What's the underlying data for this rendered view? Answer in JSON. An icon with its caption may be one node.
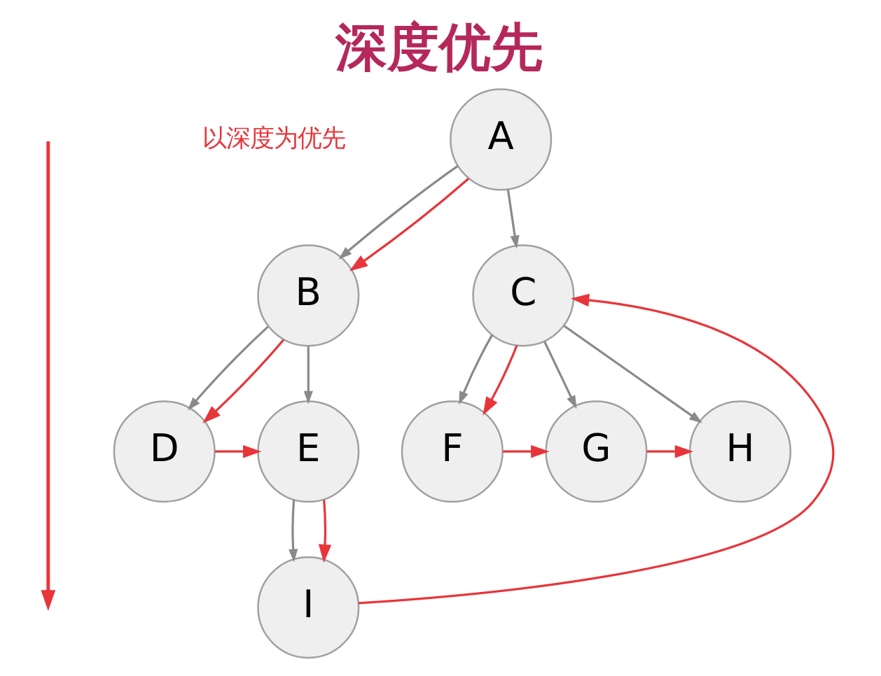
{
  "diagram": {
    "title": "深度优先",
    "nodes": [
      {
        "text": [
          "A"
        ]
      },
      {
        "text": [
          "B"
        ]
      },
      {
        "text": [
          "C"
        ]
      },
      {
        "text": [
          "D"
        ]
      },
      {
        "text": [
          "E"
        ]
      },
      {
        "text": [
          "F"
        ]
      },
      {
        "text": [
          "G"
        ]
      },
      {
        "text": [
          "H"
        ]
      },
      {
        "text": [
          "I"
        ]
      }
    ],
    "edges": [
      {
        "from": 0,
        "to": 1,
        "arrow": "to"
      },
      {
        "from": 0,
        "to": 2,
        "arrow": "to"
      },
      {
        "from": 1,
        "to": 3,
        "arrow": "to"
      },
      {
        "from": 1,
        "to": 4,
        "arrow": "to"
      },
      {
        "from": 2,
        "to": 5,
        "arrow": "to"
      },
      {
        "from": 2,
        "to": 6,
        "arrow": "to"
      },
      {
        "from": 2,
        "to": 7,
        "arrow": "to"
      },
      {
        "from": 4,
        "to": 8,
        "arrow": "to"
      },
      {
        "from": 0,
        "to": 1,
        "arrow": "to",
        "color": "#e8353a"
      },
      {
        "from": 1,
        "to": 3,
        "arrow": "to",
        "color": "#e8353a"
      },
      {
        "from": 3,
        "to": 4,
        "arrow": "to",
        "color": "#e8353a"
      },
      {
        "from": 4,
        "to": 8,
        "arrow": "to",
        "color": "#e8353a"
      },
      {
        "from": 8,
        "to": 2,
        "arrow": "to",
        "color": "#e8353a"
      },
      {
        "from": 2,
        "to": 5,
        "arrow": "to",
        "color": "#e8353a"
      },
      {
        "from": 5,
        "to": 6,
        "arrow": "to",
        "color": "#e8353a"
      },
      {
        "from": 6,
        "to": 7,
        "arrow": "to",
        "color": "#e8353a"
      }
    ],
    "labels": [
      "以深度为优先"
    ]
  }
}
